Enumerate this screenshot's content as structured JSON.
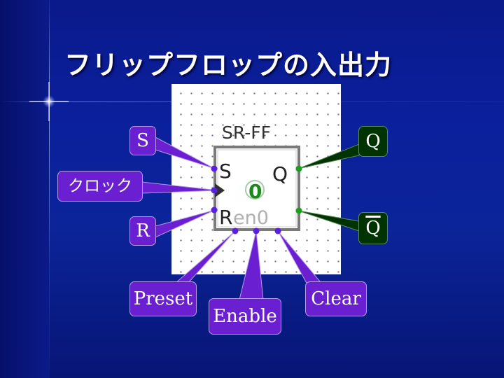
{
  "slide": {
    "title": "フリップフロップの入出力"
  },
  "component": {
    "name": "SR-FF",
    "pin_s": "S",
    "pin_r": "R",
    "pin_q": "Q",
    "state": "0",
    "enable_label": "en0"
  },
  "callouts": {
    "s": "S",
    "clock": "クロック",
    "r": "R",
    "q": "Q",
    "q_bar": "Q",
    "preset": "Preset",
    "enable": "Enable",
    "clear": "Clear"
  },
  "colors": {
    "background": "#0b1f9c",
    "callout_purple": "#6a1fd1",
    "callout_green": "#003300",
    "input_pin": "#5b1fe0",
    "output_pin": "#1aa01a",
    "state_green": "#1a8a1a"
  }
}
